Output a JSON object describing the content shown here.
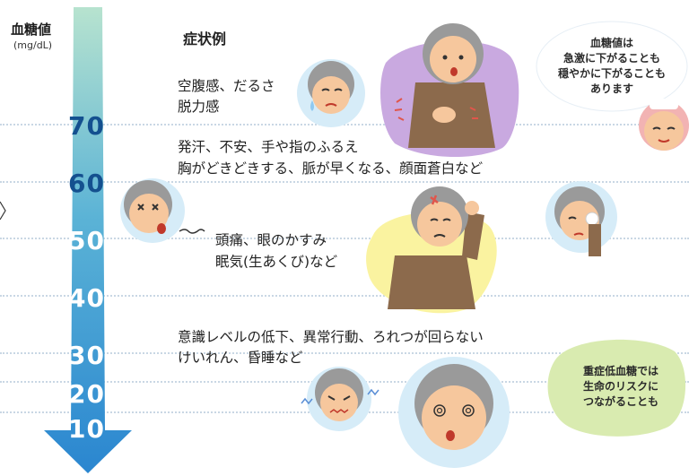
{
  "axis": {
    "title": "血糖値",
    "unit": "(mg/dL)",
    "ticks": [
      "70",
      "60",
      "50",
      "40",
      "30",
      "20",
      "10"
    ]
  },
  "heading": "症状例",
  "symptoms": {
    "s70": [
      "空腹感、だるさ",
      "脱力感"
    ],
    "s60": [
      "発汗、不安、手や指のふるえ",
      "胸がどきどきする、脈が早くなる、顔面蒼白など"
    ],
    "s50": [
      "頭痛、眼のかすみ",
      "眠気(生あくび)など"
    ],
    "s30": [
      "意識レベルの低下、異常行動、ろれつが回らない",
      "けいれん、昏睡など"
    ]
  },
  "notes": {
    "drop": "血糖値は\n急激に下がることも\n穏やかに下がることも\nあります",
    "severe": "重症低血糖では\n生命のリスクに\nつながることも"
  },
  "colors": {
    "arrow_top": "#a8dcc9",
    "arrow_bottom": "#2d8fd4",
    "tick_dark": "#14508f",
    "bubble_drop": "#ffffff",
    "bubble_severe": "#d9ebb0",
    "face_bg": "#d6ecf8",
    "illustration_purple": "#c9a9e0",
    "illustration_yellow": "#faf3a0",
    "jacket": "#8c6a4c",
    "skin": "#f6c79d",
    "hair": "#9a9a9a"
  }
}
